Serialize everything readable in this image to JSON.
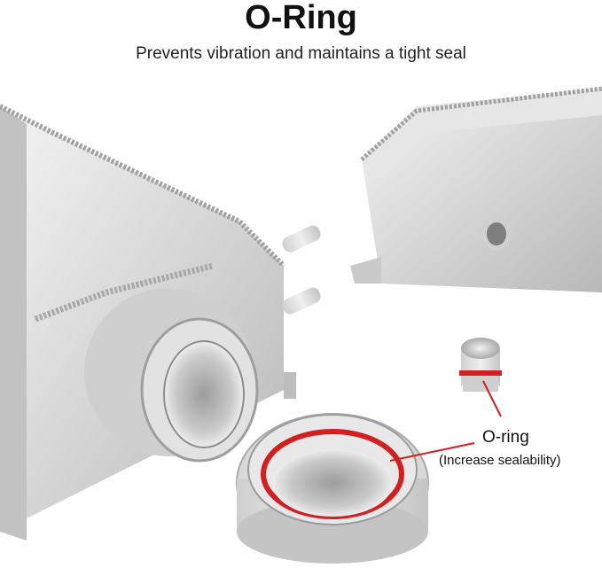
{
  "heading": {
    "title": "O-Ring",
    "subtitle": "Prevents vibration and maintains a tight seal"
  },
  "callout": {
    "label": "O-ring",
    "note": "(Increase sealability)"
  },
  "colors": {
    "oring_red": "#d21f1f",
    "aluminum_light": "#eeeeee",
    "aluminum_dark": "#9a9a9a"
  }
}
